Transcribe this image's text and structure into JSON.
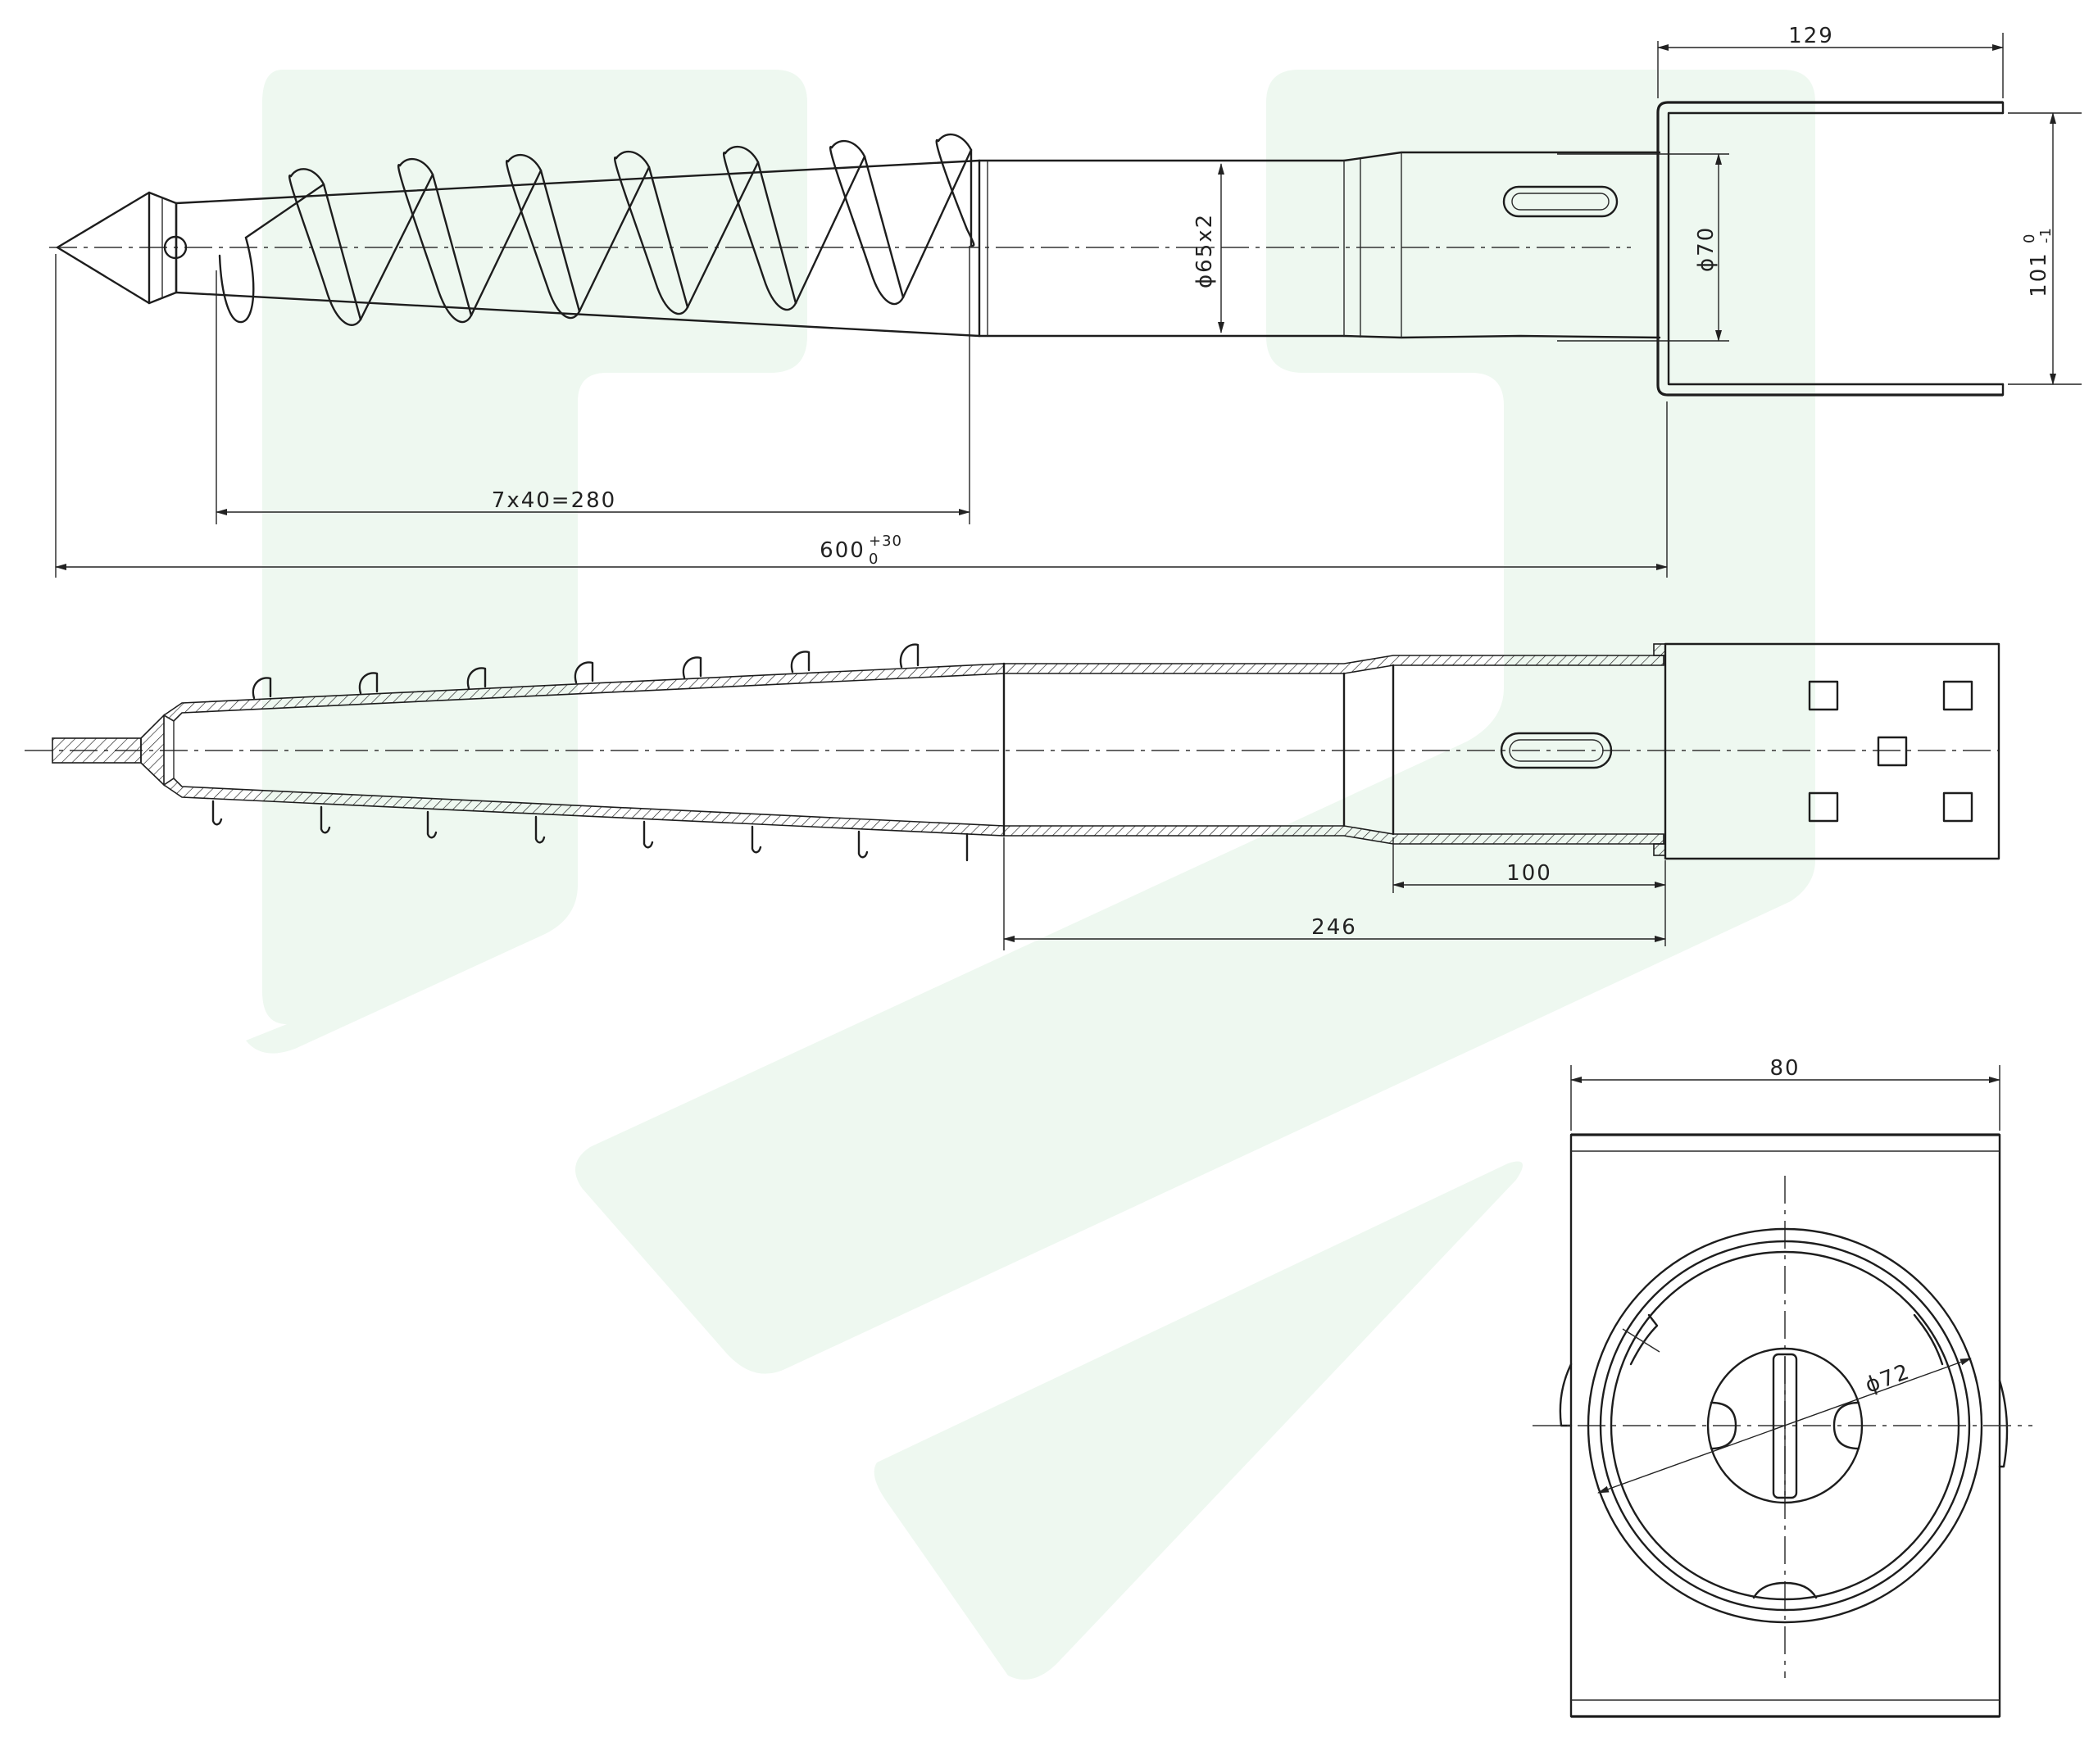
{
  "diagram": {
    "watermark_color": "#eef8f0",
    "line_color": "#1d1d1d",
    "dimensions": {
      "bracket_width": "129",
      "bracket_height_main": "101",
      "bracket_height_sup": "0",
      "bracket_height_sub": "-1",
      "tube_diameter": "ϕ65x2",
      "bracket_diameter": "ϕ70",
      "pitch": "7x40=280",
      "length_main": "600",
      "length_sup": "+30",
      "length_sub": "0",
      "offset_100": "100",
      "offset_246": "246",
      "end_width": "80",
      "circle_diameter": "ϕ72"
    }
  }
}
